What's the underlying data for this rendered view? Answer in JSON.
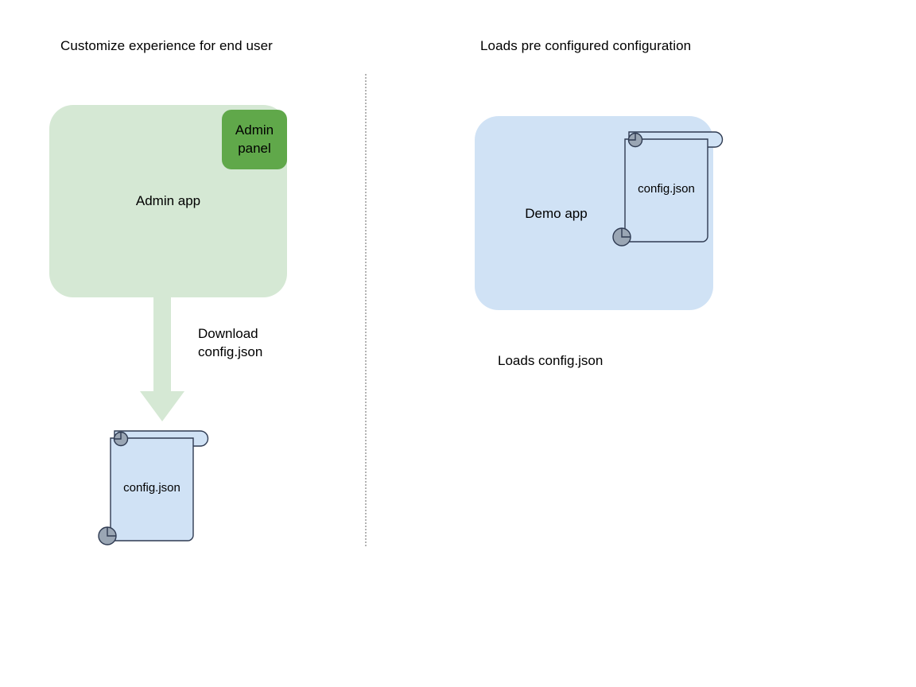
{
  "diagram": {
    "background": "#ffffff",
    "colors": {
      "app_green_fill": "#d5e8d4",
      "admin_panel_fill": "#60a84a",
      "app_blue_fill": "#d0e2f5",
      "doc_fill": "#d0e2f5",
      "doc_stroke": "#2f3b52",
      "curl_fill": "#9aa6b4",
      "arrow_fill": "#d5e8d4",
      "divider": "#b3b3b3",
      "text": "#000000"
    },
    "left": {
      "title": "Customize experience for end user",
      "app_label": "Admin app",
      "admin_panel_label_line1": "Admin",
      "admin_panel_label_line2": "panel",
      "arrow_label_line1": "Download",
      "arrow_label_line2": "config.json",
      "document_label": "config.json"
    },
    "right": {
      "title": "Loads pre configured configuration",
      "app_label": "Demo app",
      "document_label": "config.json",
      "caption": "Loads config.json"
    }
  }
}
